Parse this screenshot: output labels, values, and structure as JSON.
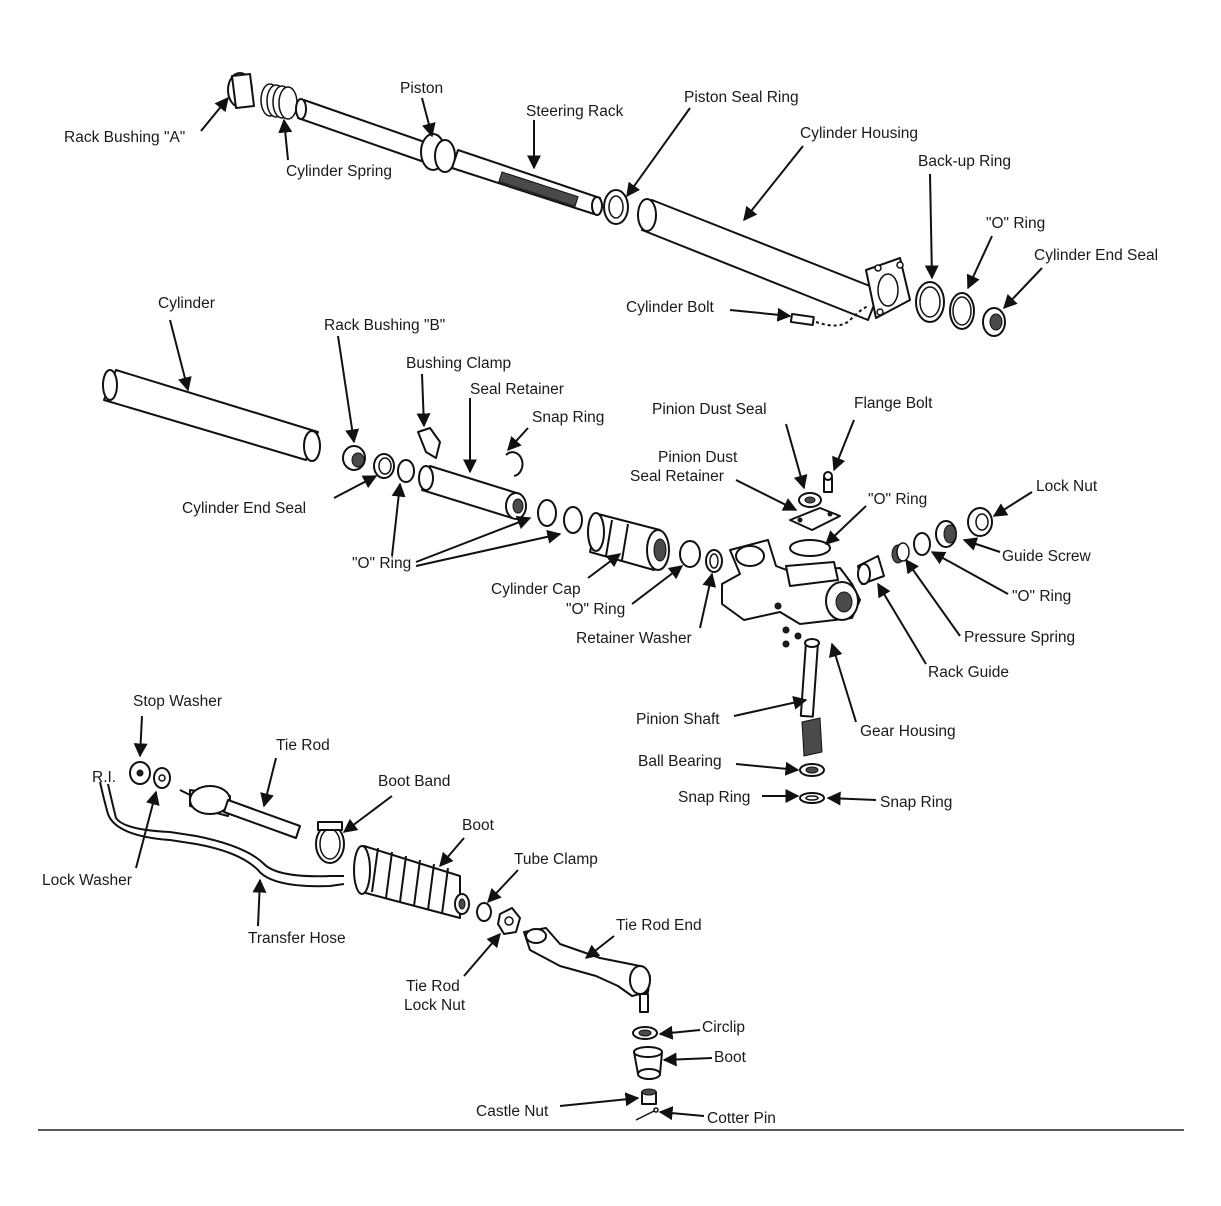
{
  "labels": {
    "rack_bushing_a": "Rack Bushing \"A\"",
    "cylinder_spring": "Cylinder Spring",
    "piston": "Piston",
    "steering_rack": "Steering Rack",
    "piston_seal_ring": "Piston Seal Ring",
    "cylinder_housing": "Cylinder Housing",
    "back_up_ring": "Back-up Ring",
    "o_ring_top": "\"O\" Ring",
    "cylinder_end_seal_top": "Cylinder End Seal",
    "cylinder_bolt": "Cylinder Bolt",
    "cylinder": "Cylinder",
    "rack_bushing_b": "Rack Bushing \"B\"",
    "bushing_clamp": "Bushing Clamp",
    "seal_retainer": "Seal Retainer",
    "snap_ring_mid": "Snap Ring",
    "pinion_dust_seal": "Pinion Dust Seal",
    "flange_bolt": "Flange Bolt",
    "pinion_dust_seal_retainer_1": "Pinion Dust",
    "pinion_dust_seal_retainer_2": "Seal Retainer",
    "o_ring_pinion": "\"O\" Ring",
    "lock_nut": "Lock Nut",
    "guide_screw": "Guide Screw",
    "o_ring_guide": "\"O\" Ring",
    "cylinder_end_seal_mid": "Cylinder End Seal",
    "o_ring_left": "\"O\" Ring",
    "cylinder_cap": "Cylinder Cap",
    "o_ring_cap": "\"O\" Ring",
    "retainer_washer": "Retainer Washer",
    "pressure_spring": "Pressure Spring",
    "rack_guide": "Rack Guide",
    "pinion_shaft": "Pinion Shaft",
    "gear_housing": "Gear Housing",
    "ball_bearing": "Ball Bearing",
    "snap_ring_left": "Snap Ring",
    "snap_ring_right": "Snap Ring",
    "stop_washer": "Stop Washer",
    "tie_rod": "Tie Rod",
    "boot_band": "Boot Band",
    "boot_rack": "Boot",
    "tube_clamp": "Tube Clamp",
    "lock_washer": "Lock Washer",
    "transfer_hose": "Transfer Hose",
    "tie_rod_end": "Tie Rod End",
    "tie_rod_lock_nut_1": "Tie Rod",
    "tie_rod_lock_nut_2": "Lock Nut",
    "circlip": "Circlip",
    "boot_end": "Boot",
    "castle_nut": "Castle Nut",
    "cotter_pin": "Cotter Pin"
  }
}
